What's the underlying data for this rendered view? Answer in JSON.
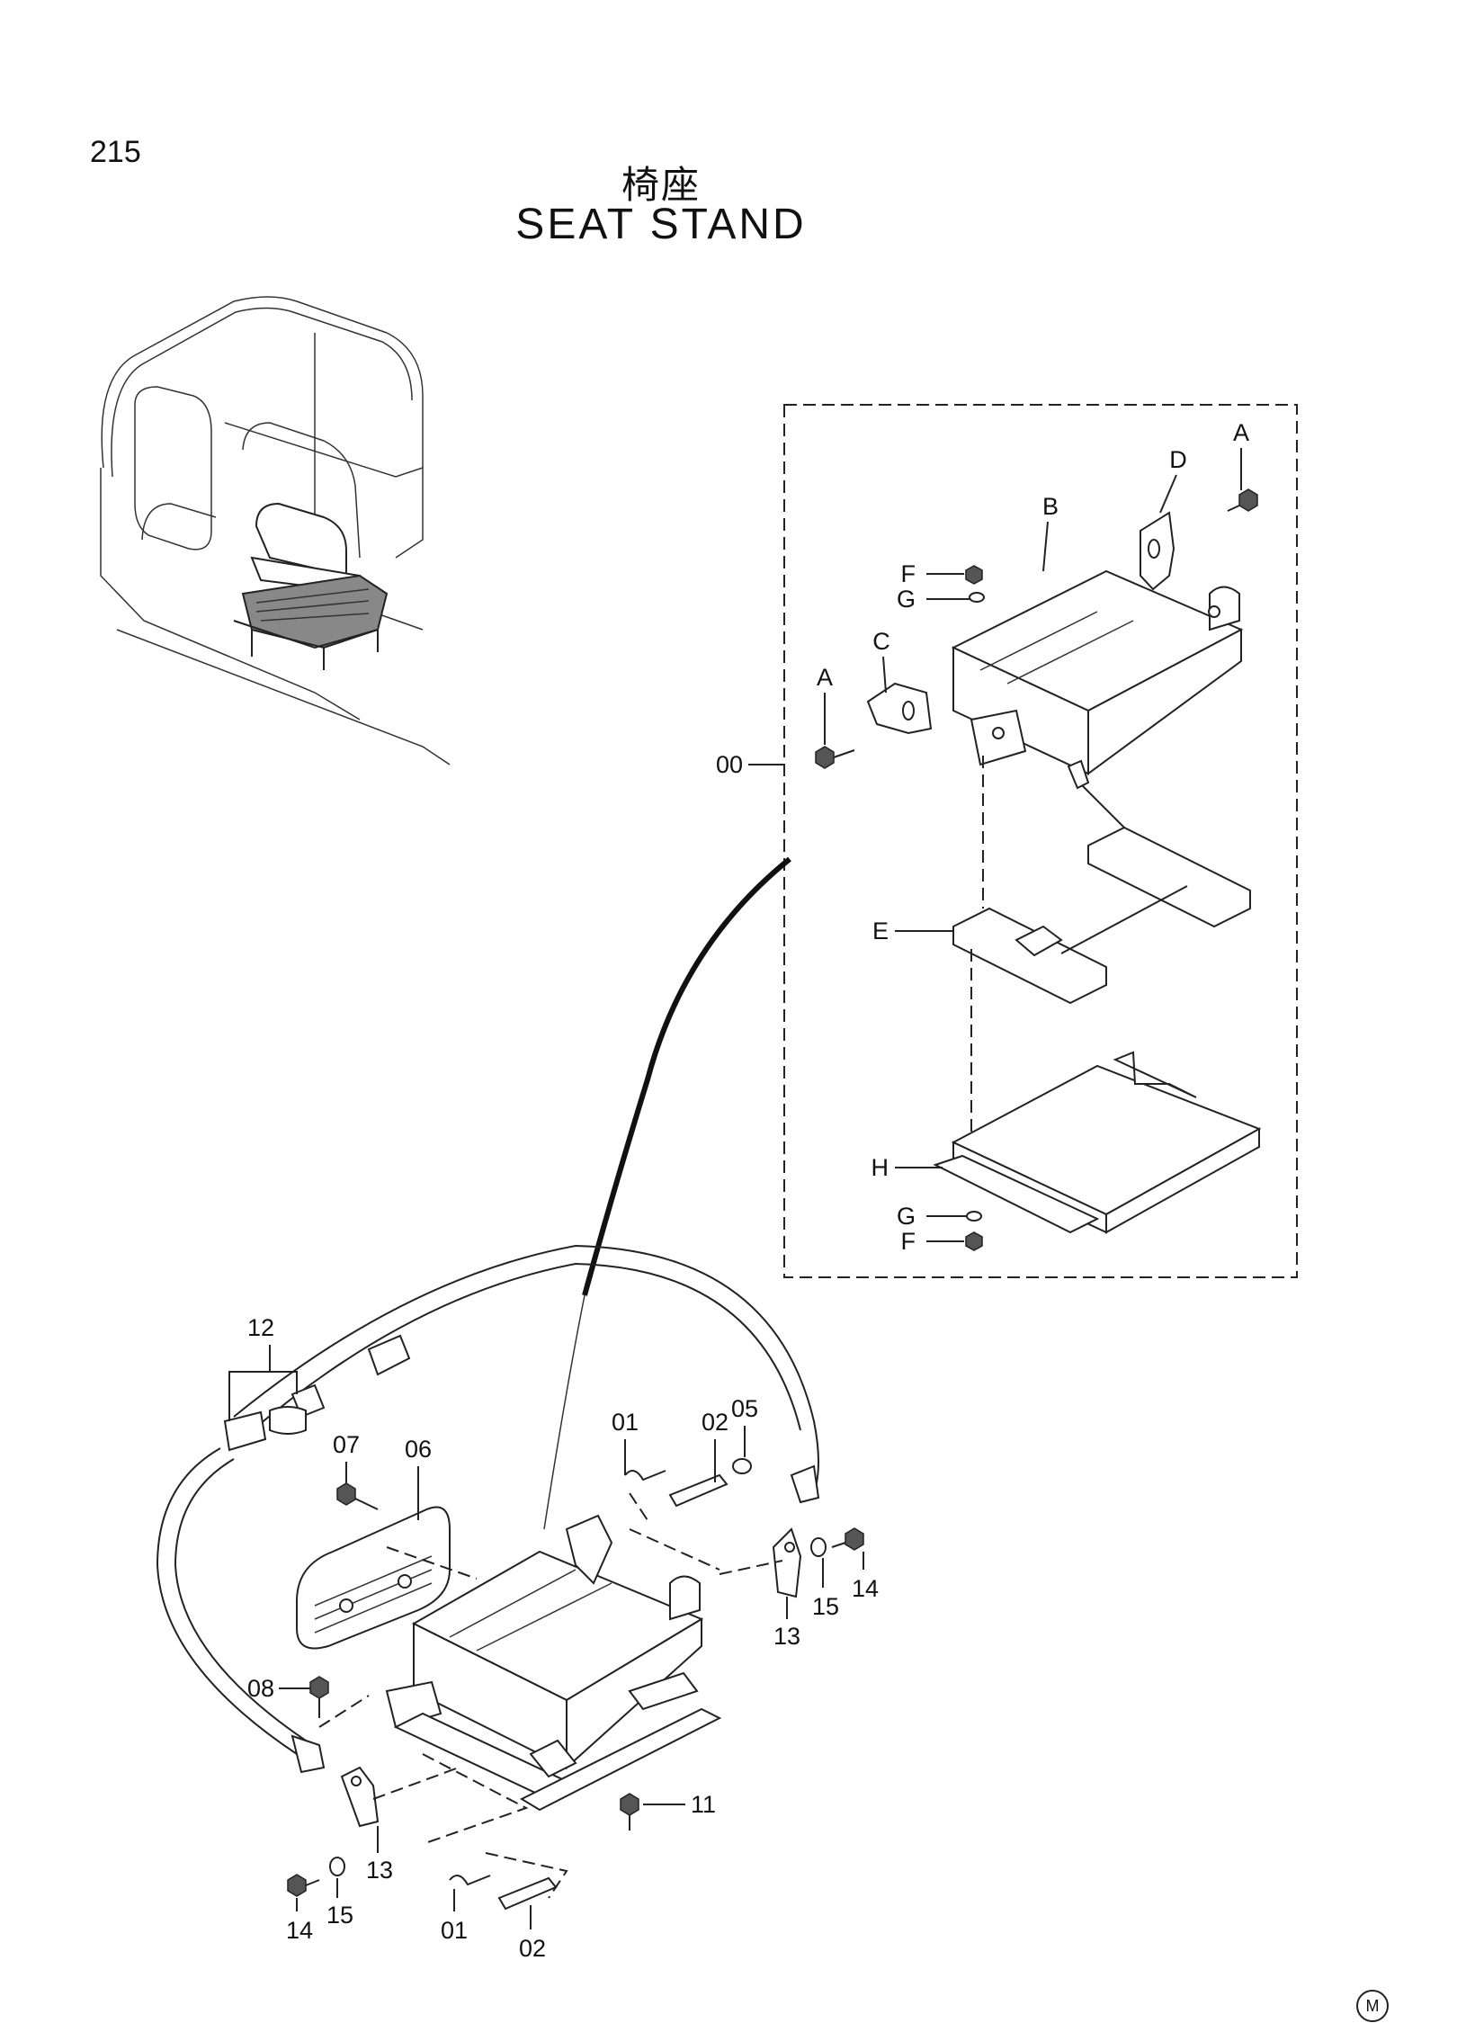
{
  "page": {
    "number": "215",
    "title_jp": "椅座",
    "title_en": "SEAT  STAND"
  },
  "callouts": {
    "assembly": {
      "A1": "A",
      "A2": "A",
      "B": "B",
      "C": "C",
      "D": "D",
      "E": "E",
      "F1": "F",
      "F2": "F",
      "G1": "G",
      "G2": "G",
      "H": "H",
      "assembly": "00"
    },
    "parts": {
      "p01a": "01",
      "p01b": "01",
      "p02a": "02",
      "p02b": "02",
      "p05": "05",
      "p06": "06",
      "p07": "07",
      "p08": "08",
      "p11": "11",
      "p12": "12",
      "p13a": "13",
      "p13b": "13",
      "p14a": "14",
      "p14b": "14",
      "p15a": "15",
      "p15b": "15"
    }
  },
  "footer_mark": "M"
}
